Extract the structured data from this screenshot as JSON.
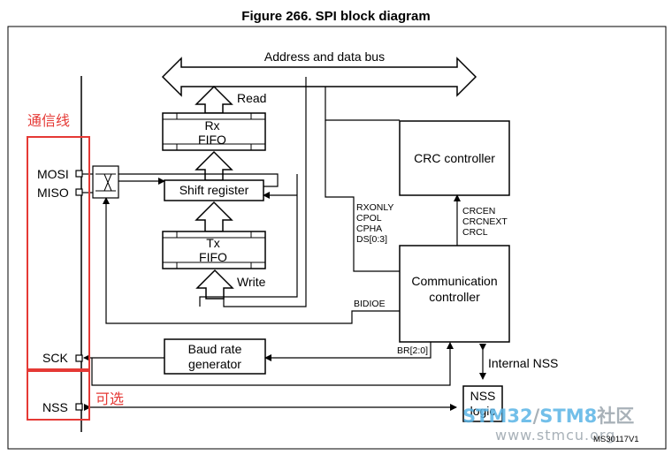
{
  "figure_title": "Figure 266. SPI block diagram",
  "bus_label": "Address and data bus",
  "blocks": {
    "rx_fifo": [
      "Rx",
      "FIFO"
    ],
    "tx_fifo": [
      "Tx",
      "FIFO"
    ],
    "shift_register": "Shift register",
    "crc_controller": "CRC controller",
    "comm_controller": [
      "Communication",
      "controller"
    ],
    "baud_rate": [
      "Baud rate",
      "generator"
    ],
    "nss_logic": [
      "NSS",
      "logic"
    ]
  },
  "arrow_labels": {
    "read": "Read",
    "write": "Write"
  },
  "pins": {
    "mosi": "MOSI",
    "miso": "MISO",
    "sck": "SCK",
    "nss": "NSS"
  },
  "signals": {
    "comm_inputs": [
      "RXONLY",
      "CPOL",
      "CPHA",
      "DS[0:3]"
    ],
    "crc_signals": [
      "CRCEN",
      "CRCNEXT",
      "CRCL"
    ],
    "bidioe": "BIDIOE",
    "br": "BR[2:0]",
    "internal_nss": "Internal NSS"
  },
  "annotations": {
    "comm_lines": "通信线",
    "optional": "可选"
  },
  "figure_id": "MS30117V1",
  "watermark": {
    "brand_a": "STM32",
    "slash": "/",
    "brand_b": "STM8",
    "community": "社区",
    "url": "www.stmcu.org"
  },
  "colors": {
    "annotation_red": "#e53935",
    "watermark_blue": "#5ab4e6",
    "watermark_gray": "#9aa4ac"
  }
}
